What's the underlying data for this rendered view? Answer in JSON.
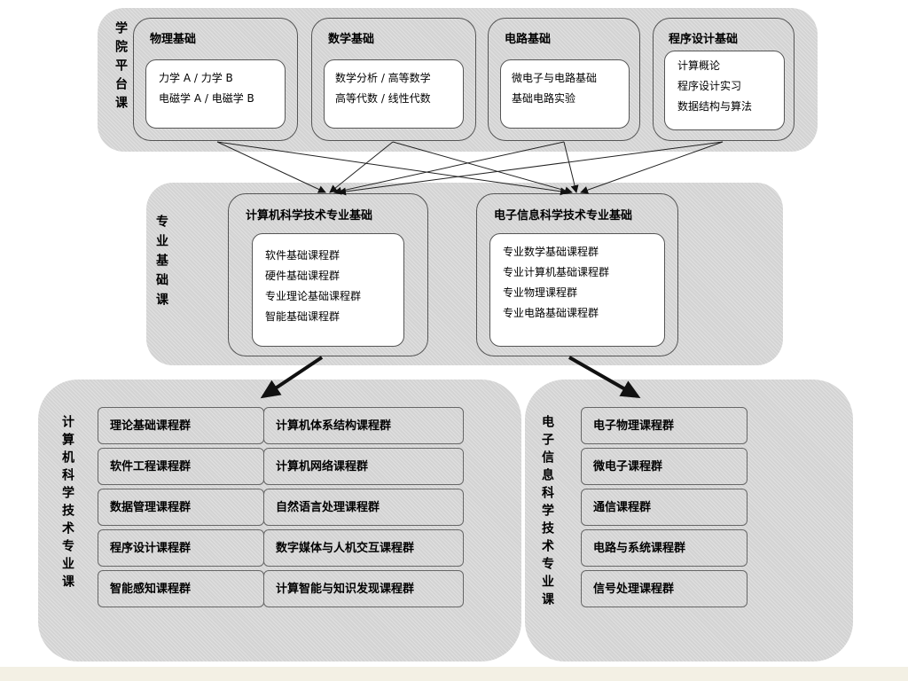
{
  "platform": {
    "label": "学院平台课",
    "cards": [
      {
        "title": "物理基础",
        "lines": [
          "力学 A  / 力学 B",
          "电磁学 A  / 电磁学 B"
        ]
      },
      {
        "title": "数学基础",
        "lines": [
          "数学分析 / 高等数学",
          "高等代数 / 线性代数"
        ]
      },
      {
        "title": "电路基础",
        "lines": [
          "微电子与电路基础",
          "基础电路实验"
        ]
      },
      {
        "title": "程序设计基础",
        "lines": [
          "计算概论",
          "程序设计实习",
          "数据结构与算法"
        ]
      }
    ]
  },
  "foundation": {
    "label": "专业基础课",
    "cards": [
      {
        "title": "计算机科学技术专业基础",
        "lines": [
          "软件基础课程群",
          "硬件基础课程群",
          "专业理论基础课程群",
          "智能基础课程群"
        ]
      },
      {
        "title": "电子信息科学技术专业基础",
        "lines": [
          "专业数学基础课程群",
          "专业计算机基础课程群",
          "专业物理课程群",
          "专业电路基础课程群"
        ]
      }
    ]
  },
  "cs": {
    "label": "计算机科学技术专业课",
    "left": [
      "理论基础课程群",
      "软件工程课程群",
      "数据管理课程群",
      "程序设计课程群",
      "智能感知课程群"
    ],
    "right": [
      "计算机体系结构课程群",
      "计算机网络课程群",
      "自然语言处理课程群",
      "数字媒体与人机交互课程群",
      "计算智能与知识发现课程群"
    ]
  },
  "ee": {
    "label": "电子信息科学技术专业课",
    "items": [
      "电子物理课程群",
      "微电子课程群",
      "通信课程群",
      "电路与系统课程群",
      "信号处理课程群"
    ]
  }
}
